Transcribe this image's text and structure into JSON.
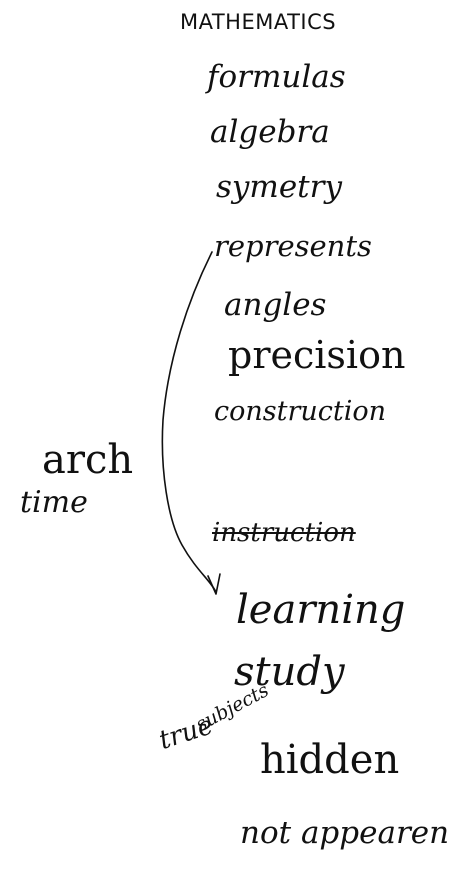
{
  "title": "MATHEMATICS",
  "words": {
    "w1": "formulas",
    "w2": "algebra",
    "w3": "symetry",
    "w4": "represents",
    "w5": "angles",
    "w6": "precision",
    "w7": "construction",
    "w8": "instruction",
    "w9": "learning",
    "w10": "study",
    "w11": "hidden",
    "w12": "not appearent"
  },
  "side": {
    "arch": "arch",
    "time": "time"
  },
  "annotation": {
    "true": "true",
    "subjects": "subjects"
  },
  "ink_color": "#111111",
  "background": "#ffffff"
}
